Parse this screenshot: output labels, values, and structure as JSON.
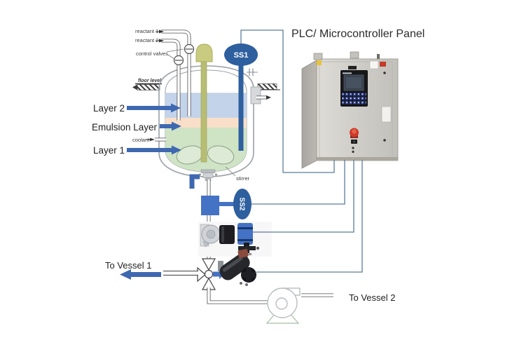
{
  "diagram": {
    "title": "PLC/ Microcontroller Panel",
    "reactor": {
      "reactant1_label": "reactant 1",
      "reactant2_label": "reactant 2",
      "control_valves_label": "control valves",
      "floor_level_label": "floor level",
      "layer2_label": "Layer 2",
      "emulsion_label": "Emulsion Layer",
      "layer1_label": "Layer 1",
      "coolant_label": "coolant",
      "stirrer_label": "stirrer"
    },
    "sensors": {
      "ss1_label": "SS1",
      "ss2_label": "SS2"
    },
    "flows": {
      "to_vessel_1_label": "To Vessel 1",
      "to_vessel_2_label": "To Vessel 2"
    },
    "colors": {
      "layer2_fill": "#c3d3ea",
      "emulsion_fill": "#f9dfc9",
      "layer1_fill": "#cfe3c5",
      "sensor_blue": "#2e5f9e",
      "box_blue": "#4472c4",
      "arrow_blue": "#3e68b0",
      "signal_line": "#5a7d9b",
      "panel_gray": "#cdcbc5",
      "stirrer_green": "#c9cc80"
    }
  }
}
